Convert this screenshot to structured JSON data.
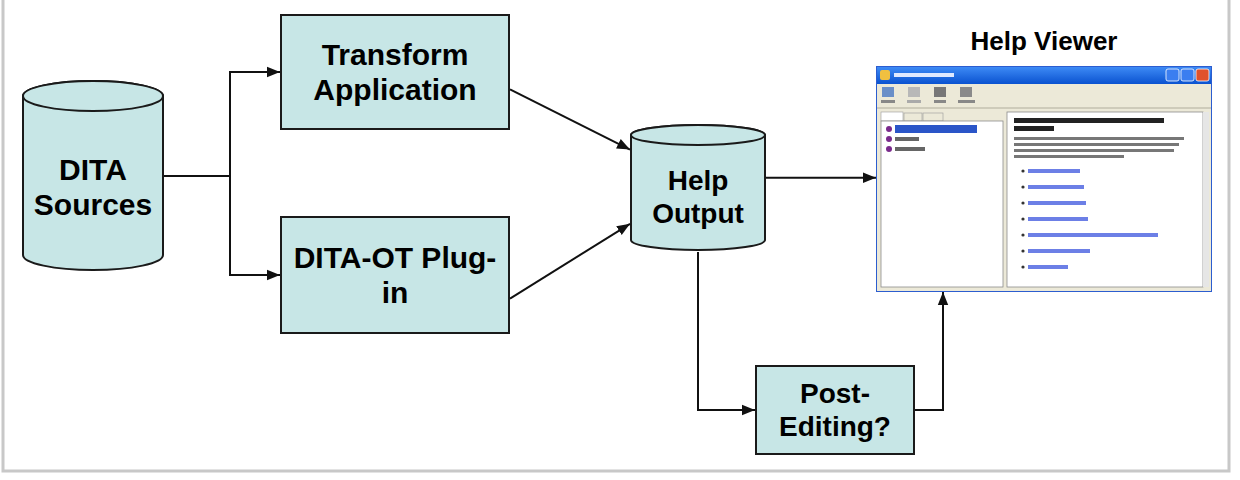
{
  "diagram": {
    "nodes": [
      {
        "text": [
          "DITA Sources"
        ]
      },
      {
        "text": [
          "Transform Application"
        ]
      },
      {
        "text": [
          "DITA-OT Plug-in"
        ]
      },
      {
        "text": [
          "Help Output"
        ]
      },
      {
        "text": [
          "Help Viewer"
        ]
      },
      {
        "text": [
          "Post-Editing?"
        ]
      }
    ],
    "edges": [
      {
        "from": 0,
        "to": 1,
        "arrow": "to"
      },
      {
        "from": 0,
        "to": 2,
        "arrow": "to"
      },
      {
        "from": 1,
        "to": 3,
        "arrow": "to"
      },
      {
        "from": 2,
        "to": 3,
        "arrow": "to"
      },
      {
        "from": 3,
        "to": 4,
        "arrow": "to"
      },
      {
        "from": 3,
        "to": 5,
        "arrow": "to"
      },
      {
        "from": 5,
        "to": 4,
        "arrow": "to"
      }
    ]
  }
}
